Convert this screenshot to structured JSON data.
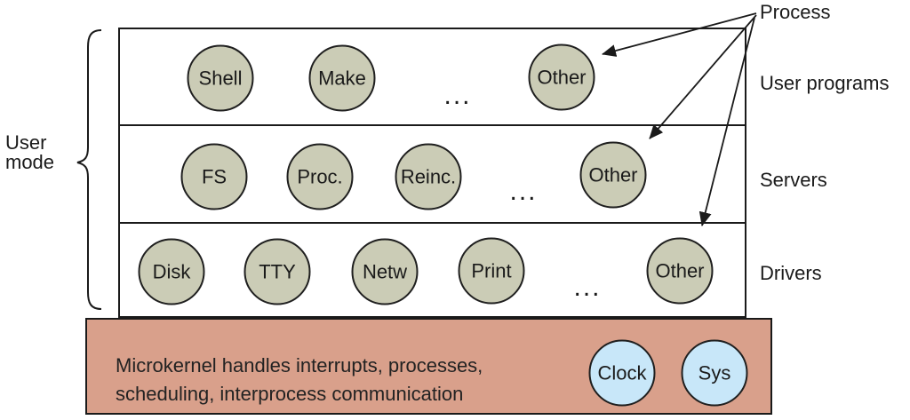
{
  "diagram": {
    "process_label": "Process",
    "user_mode": {
      "line1": "User",
      "line2": "mode"
    },
    "layers": [
      {
        "label": "User programs",
        "circles": [
          "Shell",
          "Make",
          "Other"
        ],
        "ellipsis": "..."
      },
      {
        "label": "Servers",
        "circles": [
          "FS",
          "Proc.",
          "Reinc.",
          "Other"
        ],
        "ellipsis": "..."
      },
      {
        "label": "Drivers",
        "circles": [
          "Disk",
          "TTY",
          "Netw",
          "Print",
          "Other"
        ],
        "ellipsis": "..."
      }
    ],
    "kernel": {
      "line1": "Microkernel handles interrupts, processes,",
      "line2": "scheduling, interprocess communication",
      "circles": [
        "Clock",
        "Sys"
      ]
    },
    "colors": {
      "process_node_fill": "#cbccb6",
      "kernel_box_fill": "#d9a08b",
      "kernel_node_fill": "#c8e7f9",
      "line_color": "#1a1a1a"
    }
  }
}
